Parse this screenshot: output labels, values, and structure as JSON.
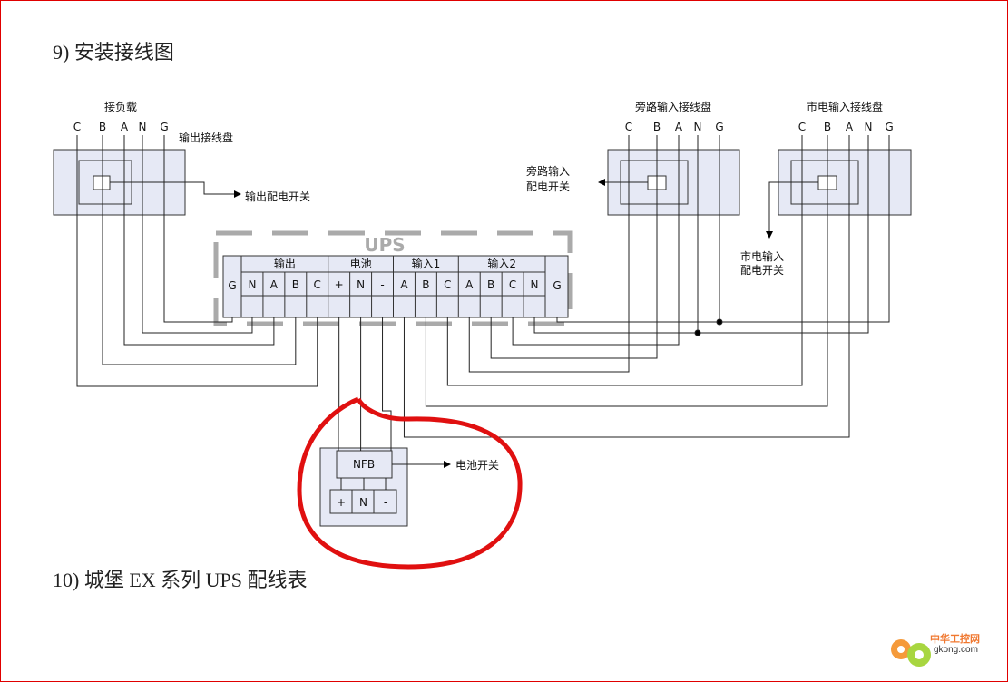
{
  "heading1": "9) 安装接线图",
  "heading2": "10) 城堡 EX 系列 UPS 配线表",
  "load_label": "接负载",
  "output_panel": "输出接线盘",
  "output_switch": "输出配电开关",
  "bypass_panel": "旁路输入接线盘",
  "bypass_switch": [
    "旁路输入",
    "配电开关"
  ],
  "mains_panel": "市电输入接线盘",
  "mains_switch": [
    "市电输入",
    "配电开关"
  ],
  "phase_labels": [
    "C",
    "B",
    "A",
    "N",
    "G"
  ],
  "ups_title": "UPS",
  "groups": [
    "输出",
    "电池",
    "输入1",
    "输入2"
  ],
  "terminals": [
    "N",
    "A",
    "B",
    "C",
    "+",
    "N",
    "-",
    "A",
    "B",
    "C",
    "A",
    "B",
    "C",
    "N"
  ],
  "ground": "G",
  "nfb": "NFB",
  "nfb_terms": [
    "+",
    "N",
    "-"
  ],
  "battery_switch": "电池开关",
  "watermark": {
    "cn": "中华工控网",
    "en": "gkong.com"
  }
}
